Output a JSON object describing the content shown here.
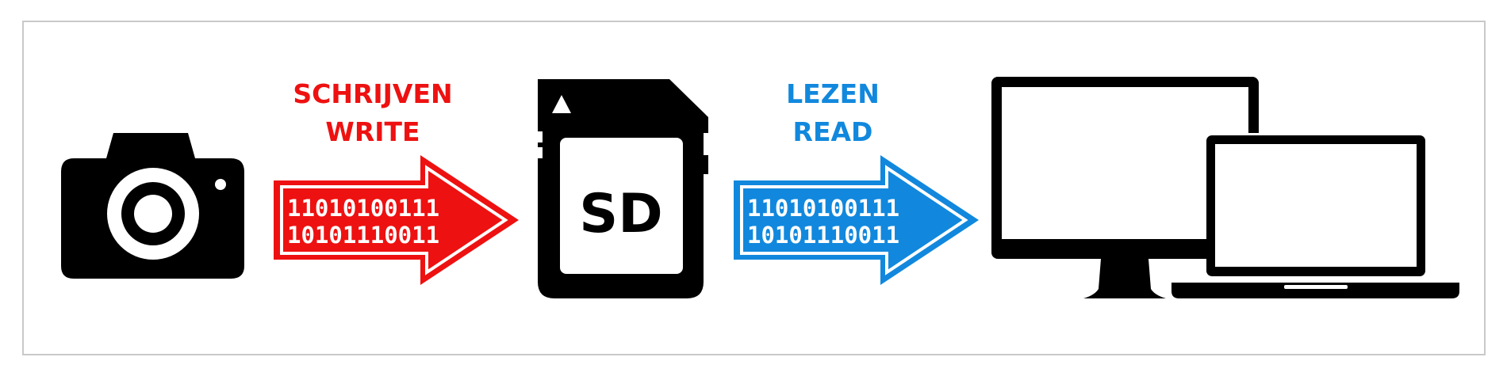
{
  "write": {
    "label_nl": "SCHRIJVEN",
    "label_en": "WRITE",
    "bits_line1": "11010100111",
    "bits_line2": "10101110011",
    "color": "#ee1111"
  },
  "read": {
    "label_nl": "LEZEN",
    "label_en": "READ",
    "bits_line1": "11010100111",
    "bits_line2": "10101110011",
    "color": "#1188dd"
  },
  "sd_card": {
    "label": "SD"
  },
  "icons": [
    "camera-icon",
    "sd-card-icon",
    "monitor-icon",
    "laptop-icon"
  ]
}
